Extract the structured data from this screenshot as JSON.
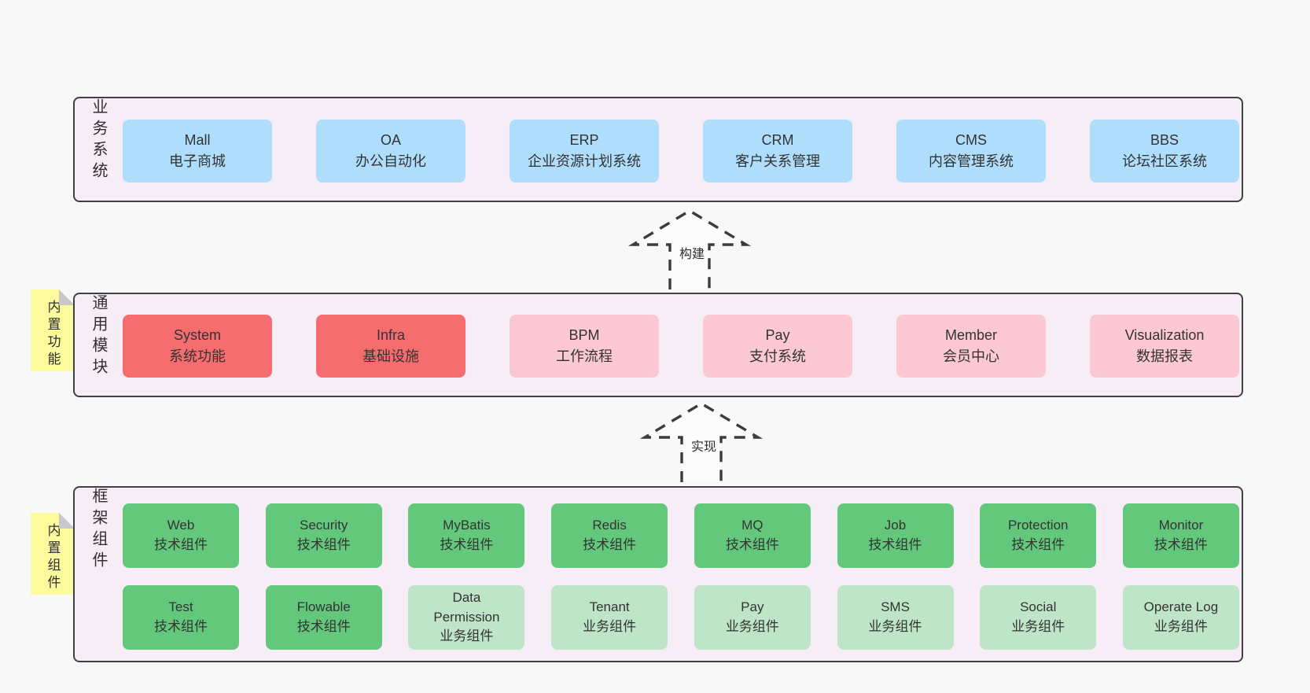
{
  "colors": {
    "page_bg": "#f8f8f8",
    "panel_bg": "#f7edf6",
    "panel_border": "#404040",
    "blue_box": "#aedefb",
    "red_box": "#f56d6f",
    "pink_box": "#fcc9d3",
    "green_dark_box": "#63c87c",
    "green_light_box": "#bfe5c8",
    "sticky_bg": "#fbfa9d",
    "sticky_fold": "#c8c7cc",
    "text": "#333333"
  },
  "panels": {
    "business": {
      "label": "业务系统",
      "boxes": [
        {
          "title": "Mall",
          "subtitle": "电子商城",
          "type": "blue"
        },
        {
          "title": "OA",
          "subtitle": "办公自动化",
          "type": "blue"
        },
        {
          "title": "ERP",
          "subtitle": "企业资源计划系统",
          "type": "blue"
        },
        {
          "title": "CRM",
          "subtitle": "客户关系管理",
          "type": "blue"
        },
        {
          "title": "CMS",
          "subtitle": "内容管理系统",
          "type": "blue"
        },
        {
          "title": "BBS",
          "subtitle": "论坛社区系统",
          "type": "blue"
        }
      ]
    },
    "modules": {
      "label": "通用模块",
      "sticky": "内置功能",
      "boxes": [
        {
          "title": "System",
          "subtitle": "系统功能",
          "type": "red"
        },
        {
          "title": "Infra",
          "subtitle": "基础设施",
          "type": "red"
        },
        {
          "title": "BPM",
          "subtitle": "工作流程",
          "type": "pink"
        },
        {
          "title": "Pay",
          "subtitle": "支付系统",
          "type": "pink"
        },
        {
          "title": "Member",
          "subtitle": "会员中心",
          "type": "pink"
        },
        {
          "title": "Visualization",
          "subtitle": "数据报表",
          "type": "pink"
        }
      ]
    },
    "framework": {
      "label": "框架组件",
      "sticky": "内置组件",
      "row1": [
        {
          "title": "Web",
          "subtitle": "技术组件",
          "type": "green-dark"
        },
        {
          "title": "Security",
          "subtitle": "技术组件",
          "type": "green-dark"
        },
        {
          "title": "MyBatis",
          "subtitle": "技术组件",
          "type": "green-dark"
        },
        {
          "title": "Redis",
          "subtitle": "技术组件",
          "type": "green-dark"
        },
        {
          "title": "MQ",
          "subtitle": "技术组件",
          "type": "green-dark"
        },
        {
          "title": "Job",
          "subtitle": "技术组件",
          "type": "green-dark"
        },
        {
          "title": "Protection",
          "subtitle": "技术组件",
          "type": "green-dark"
        },
        {
          "title": "Monitor",
          "subtitle": "技术组件",
          "type": "green-dark"
        }
      ],
      "row2": [
        {
          "title": "Test",
          "subtitle": "技术组件",
          "type": "green-dark"
        },
        {
          "title": "Flowable",
          "subtitle": "技术组件",
          "type": "green-dark"
        },
        {
          "title": "Data Permission",
          "subtitle": "业务组件",
          "type": "green-light"
        },
        {
          "title": "Tenant",
          "subtitle": "业务组件",
          "type": "green-light"
        },
        {
          "title": "Pay",
          "subtitle": "业务组件",
          "type": "green-light"
        },
        {
          "title": "SMS",
          "subtitle": "业务组件",
          "type": "green-light"
        },
        {
          "title": "Social",
          "subtitle": "业务组件",
          "type": "green-light"
        },
        {
          "title": "Operate Log",
          "subtitle": "业务组件",
          "type": "green-light"
        }
      ]
    }
  },
  "arrows": [
    {
      "label": "构建"
    },
    {
      "label": "实现"
    }
  ]
}
